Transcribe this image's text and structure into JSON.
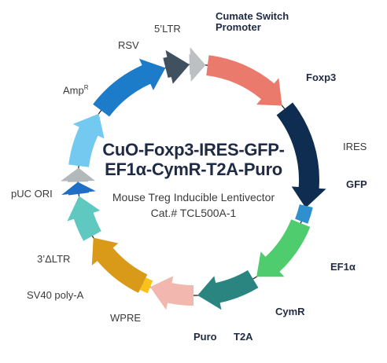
{
  "title_line1": "CuO-Foxp3-IRES-GFP-",
  "title_line2": "EF1α-CymR-T2A-Puro",
  "subtitle": "Mouse Treg Inducible Lentivector",
  "catalog": "Cat.# TCL500A-1",
  "colors": {
    "cumate": "#ea7a6c",
    "foxp3": "#0f2d50",
    "ires": "#2f8fcf",
    "gfp": "#4fcc6d",
    "ef1a": "#2a8580",
    "cymr": "#f2b7ae",
    "t2a": "#f8c21a",
    "puro": "#d99a1a",
    "wpre": "#5ec8c1",
    "sv40": "#1e6fc5",
    "ltr3": "#b3b8ba",
    "puc": "#74c9f0",
    "amp": "#1c7cc9",
    "rsv": "#40505f",
    "ltr5": "#bcc0c2",
    "backbone": "#1a1a1a"
  },
  "features": [
    {
      "key": "cumate",
      "label": "Cumate Switch Promoter",
      "line1": "Cumate Switch",
      "line2": "Promoter",
      "bold": true
    },
    {
      "key": "foxp3",
      "label": "Foxp3",
      "bold": true
    },
    {
      "key": "ires",
      "label": "IRES",
      "bold": false
    },
    {
      "key": "gfp",
      "label": "GFP",
      "bold": true
    },
    {
      "key": "ef1a",
      "label": "EF1α",
      "bold": true
    },
    {
      "key": "cymr",
      "label": "CymR",
      "bold": true
    },
    {
      "key": "t2a",
      "label": "T2A",
      "bold": true
    },
    {
      "key": "puro",
      "label": "Puro",
      "bold": true
    },
    {
      "key": "wpre",
      "label": "WPRE",
      "bold": false
    },
    {
      "key": "sv40",
      "label": "SV40 poly-A",
      "bold": false
    },
    {
      "key": "ltr3",
      "label": "3’ΔLTR",
      "bold": false
    },
    {
      "key": "puc",
      "label": "pUC ORI",
      "bold": false
    },
    {
      "key": "amp",
      "label": "Amp",
      "amp_sup": "R",
      "bold": false
    },
    {
      "key": "rsv",
      "label": "RSV",
      "bold": false
    },
    {
      "key": "ltr5",
      "label": "5’LTR",
      "bold": false
    }
  ]
}
